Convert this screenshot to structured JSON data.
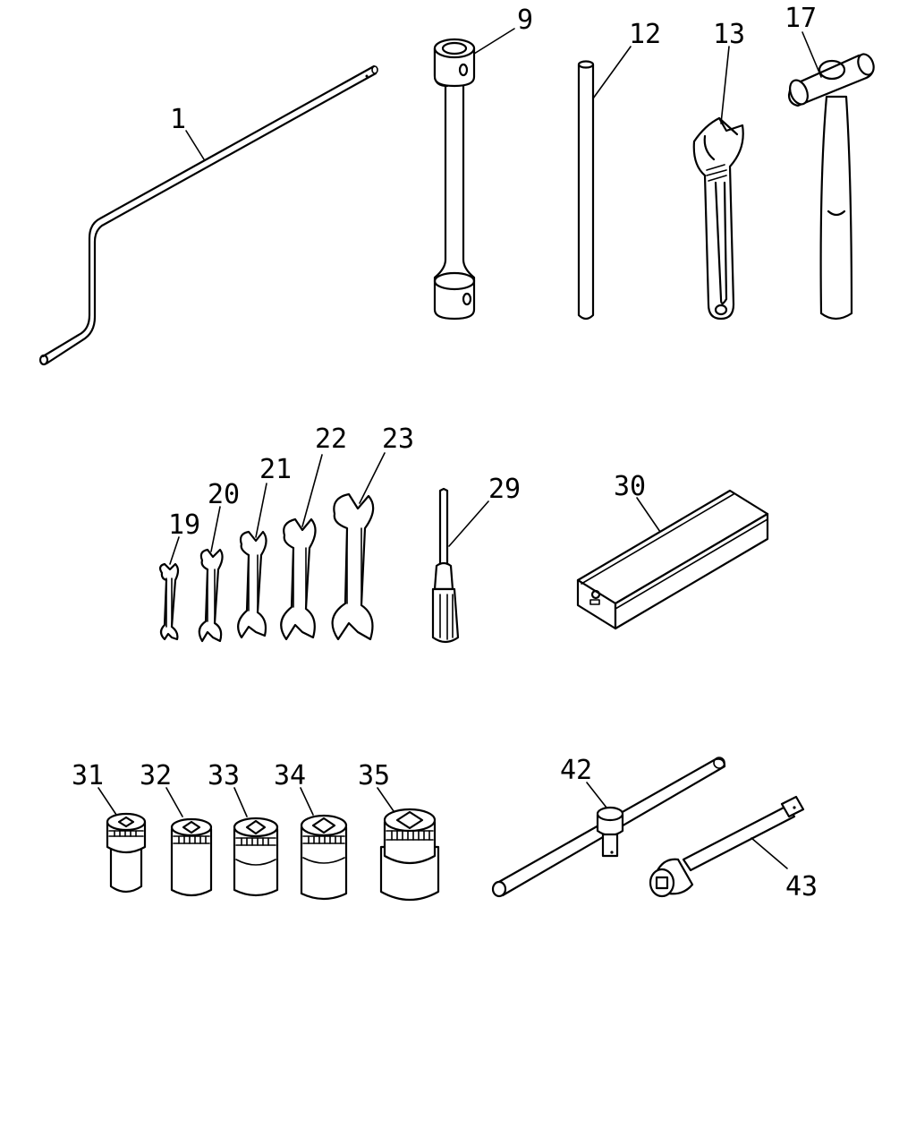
{
  "parts": [
    {
      "id": "p1",
      "label": "1",
      "icon": "crank-handle-icon"
    },
    {
      "id": "p9",
      "label": "9",
      "icon": "wheel-nut-wrench-icon"
    },
    {
      "id": "p12",
      "label": "12",
      "icon": "tommy-bar-icon"
    },
    {
      "id": "p13",
      "label": "13",
      "icon": "adjustable-wrench-icon"
    },
    {
      "id": "p17",
      "label": "17",
      "icon": "hammer-icon"
    },
    {
      "id": "p19",
      "label": "19",
      "icon": "spanner-icon"
    },
    {
      "id": "p20",
      "label": "20",
      "icon": "spanner-icon"
    },
    {
      "id": "p21",
      "label": "21",
      "icon": "spanner-icon"
    },
    {
      "id": "p22",
      "label": "22",
      "icon": "spanner-icon"
    },
    {
      "id": "p23",
      "label": "23",
      "icon": "spanner-icon"
    },
    {
      "id": "p29",
      "label": "29",
      "icon": "screwdriver-icon"
    },
    {
      "id": "p30",
      "label": "30",
      "icon": "tool-case-icon"
    },
    {
      "id": "p31",
      "label": "31",
      "icon": "socket-icon"
    },
    {
      "id": "p32",
      "label": "32",
      "icon": "socket-icon"
    },
    {
      "id": "p33",
      "label": "33",
      "icon": "socket-icon"
    },
    {
      "id": "p34",
      "label": "34",
      "icon": "socket-icon"
    },
    {
      "id": "p35",
      "label": "35",
      "icon": "socket-icon"
    },
    {
      "id": "p42",
      "label": "42",
      "icon": "t-handle-icon"
    },
    {
      "id": "p43",
      "label": "43",
      "icon": "extension-bar-icon"
    }
  ]
}
